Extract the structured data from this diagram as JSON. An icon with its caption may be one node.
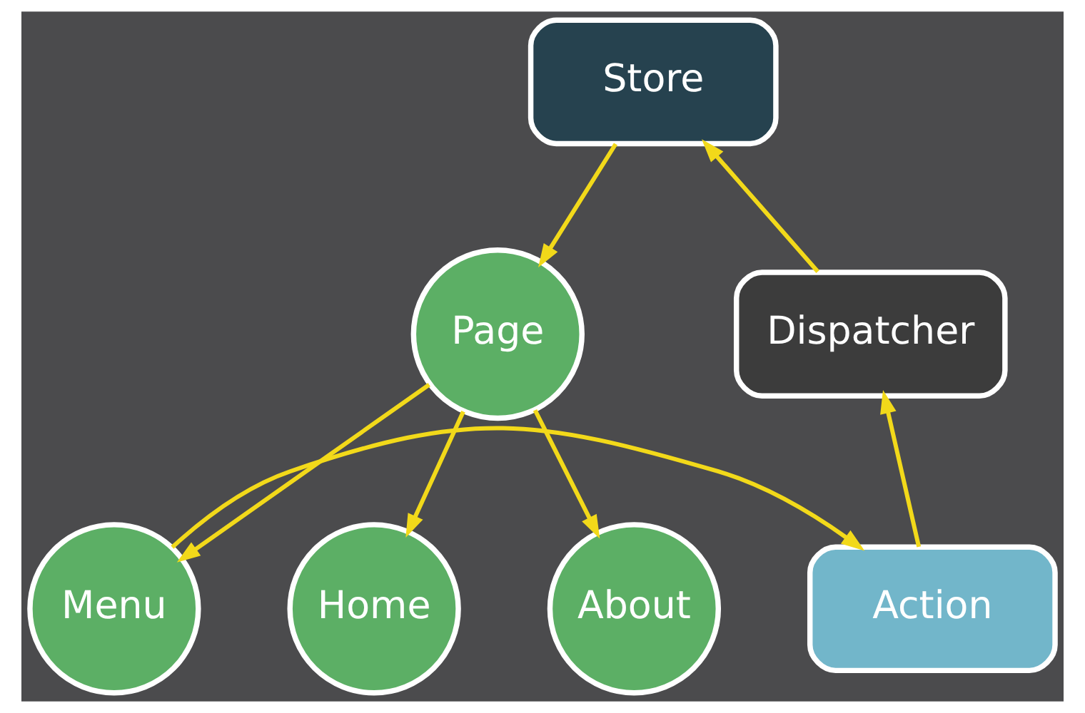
{
  "diagram": {
    "nodes": [
      {
        "text": [
          "Store"
        ]
      },
      {
        "text": [
          "Dispatcher"
        ]
      },
      {
        "text": [
          "Page"
        ]
      },
      {
        "text": [
          "Action"
        ]
      },
      {
        "text": [
          "Menu"
        ]
      },
      {
        "text": [
          "Home"
        ]
      },
      {
        "text": [
          "About"
        ]
      }
    ],
    "edges": [
      {
        "from": 1,
        "to": 0,
        "arrow": "to"
      },
      {
        "from": 0,
        "to": 2,
        "arrow": "to"
      },
      {
        "from": 2,
        "to": 4,
        "arrow": "to"
      },
      {
        "from": 2,
        "to": 5,
        "arrow": "to"
      },
      {
        "from": 2,
        "to": 6,
        "arrow": "to"
      },
      {
        "from": 4,
        "to": 3,
        "arrow": "to"
      },
      {
        "from": 3,
        "to": 1,
        "arrow": "to"
      }
    ]
  }
}
